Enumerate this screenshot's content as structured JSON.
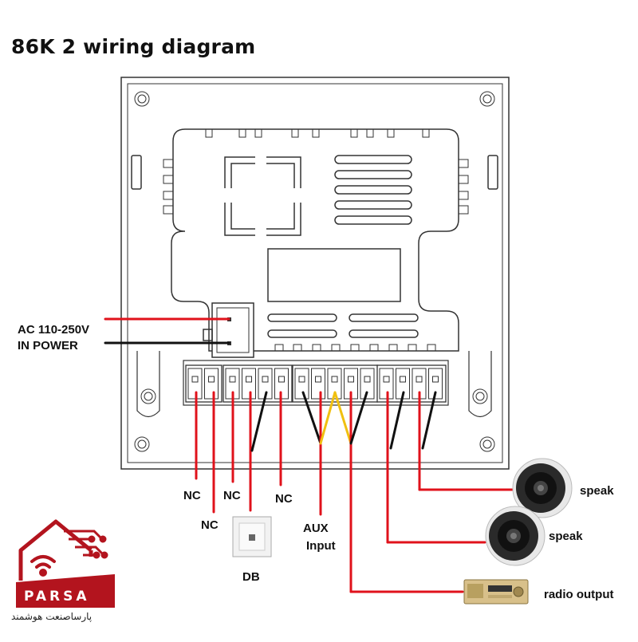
{
  "title": "86K 2 wiring diagram",
  "labels": {
    "power_line1": "AC 110-250V",
    "power_line2": "IN POWER",
    "nc1": "NC",
    "nc2": "NC",
    "nc3": "NC",
    "nc4": "NC",
    "aux_line1": "AUX",
    "aux_line2": "Input",
    "db": "DB",
    "speak1": "speak",
    "speak2": "speak",
    "radio": "radio output"
  },
  "brand": {
    "name": "PARSA",
    "subtitle": "پارساصنعت هوشمند"
  },
  "colors": {
    "wire_red": "#e0121b",
    "wire_black": "#111111",
    "wire_yellow": "#f0c010",
    "outline": "#333333",
    "brand_red": "#b3141e"
  },
  "icons": [
    "speaker-icon",
    "speaker-icon",
    "amplifier-icon",
    "doorbell-switch-icon",
    "wifi-icon",
    "house-icon"
  ]
}
